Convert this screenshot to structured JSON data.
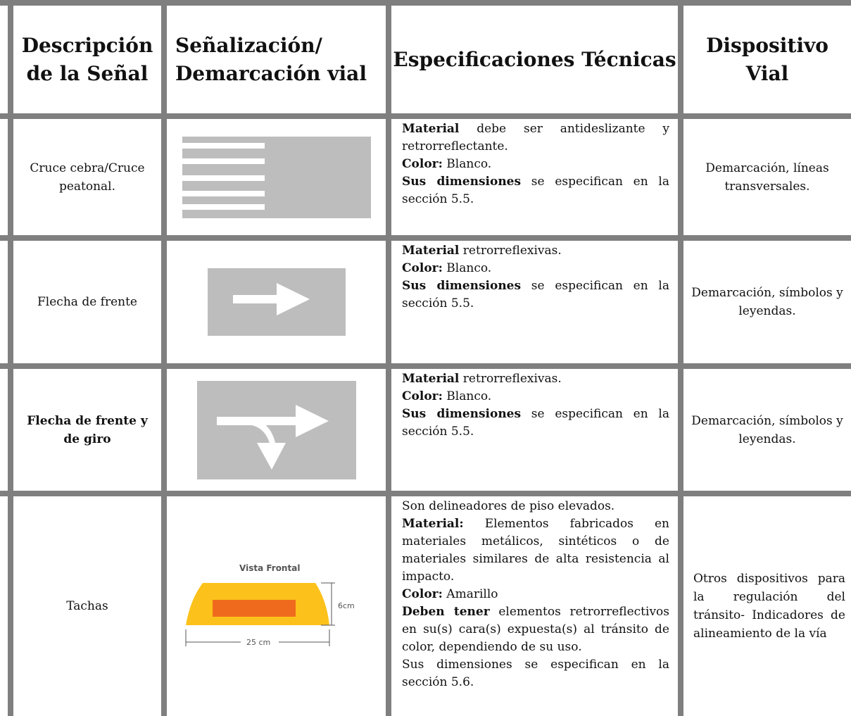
{
  "headers": {
    "description": "Descripción de la Señal",
    "signage": "Señalización/ Demarcación vial",
    "specs": "Especificaciones Técnicas",
    "device": "Dispositivo Vial"
  },
  "rows": [
    {
      "description": "Cruce cebra/Cruce peatonal.",
      "graphic": "zebra-crossing-icon",
      "specs": {
        "material_label": "Material",
        "material_text": " debe ser antideslizante y retrorreflectante.",
        "color_label": "Color:",
        "color_text": " Blanco.",
        "dims_label": "Sus dimensiones",
        "dims_text": " se especifican en la sección 5.5."
      },
      "device": "Demarcación, líneas transversales."
    },
    {
      "description": "Flecha de frente",
      "graphic": "straight-arrow-icon",
      "specs": {
        "material_label": "Material",
        "material_text": " retrorreflexivas.",
        "color_label": "Color:",
        "color_text": " Blanco.",
        "dims_label": "Sus dimensiones",
        "dims_text": " se especifican en la sección 5.5."
      },
      "device": "Demarcación, símbolos y leyendas."
    },
    {
      "description": "Flecha de frente y de giro",
      "graphic": "straight-and-turn-arrow-icon",
      "specs": {
        "material_label": "Material",
        "material_text": " retrorreflexivas.",
        "color_label": "Color:",
        "color_text": " Blanco.",
        "dims_label": "Sus dimensiones",
        "dims_text": " se especifican en la sección 5.5."
      },
      "device": "Demarcación, símbolos y leyendas."
    },
    {
      "description": "Tachas",
      "graphic": "road-stud-diagram-icon",
      "figure": {
        "title": "Vista Frontal",
        "height_label": "6cm",
        "width_label": "25 cm"
      },
      "specs": {
        "intro": "Son delineadores de piso elevados.",
        "material_label": "Material:",
        "material_text": " Elementos fabricados en materiales metálicos, sintéticos o de materiales similares de alta resistencia al impacto.",
        "color_label": "Color:",
        "color_text": " Amarillo",
        "must_label": "Deben tener",
        "must_text": " elementos retrorreflectivos en su(s) cara(s) expuesta(s) al tránsito de color, dependiendo de su uso.",
        "dims_text": "Sus dimensiones se especifican en la sección 5.6."
      },
      "device": "Otros dispositivos para la regulación del tránsito- Indicadores de alineamiento de la vía"
    }
  ],
  "colors": {
    "grid": "#7f7f7f",
    "marking_bg": "#bdbdbd",
    "marking": "#ffffff",
    "stud_yellow": "#fcc21b",
    "stud_reflector": "#f06a1e"
  }
}
